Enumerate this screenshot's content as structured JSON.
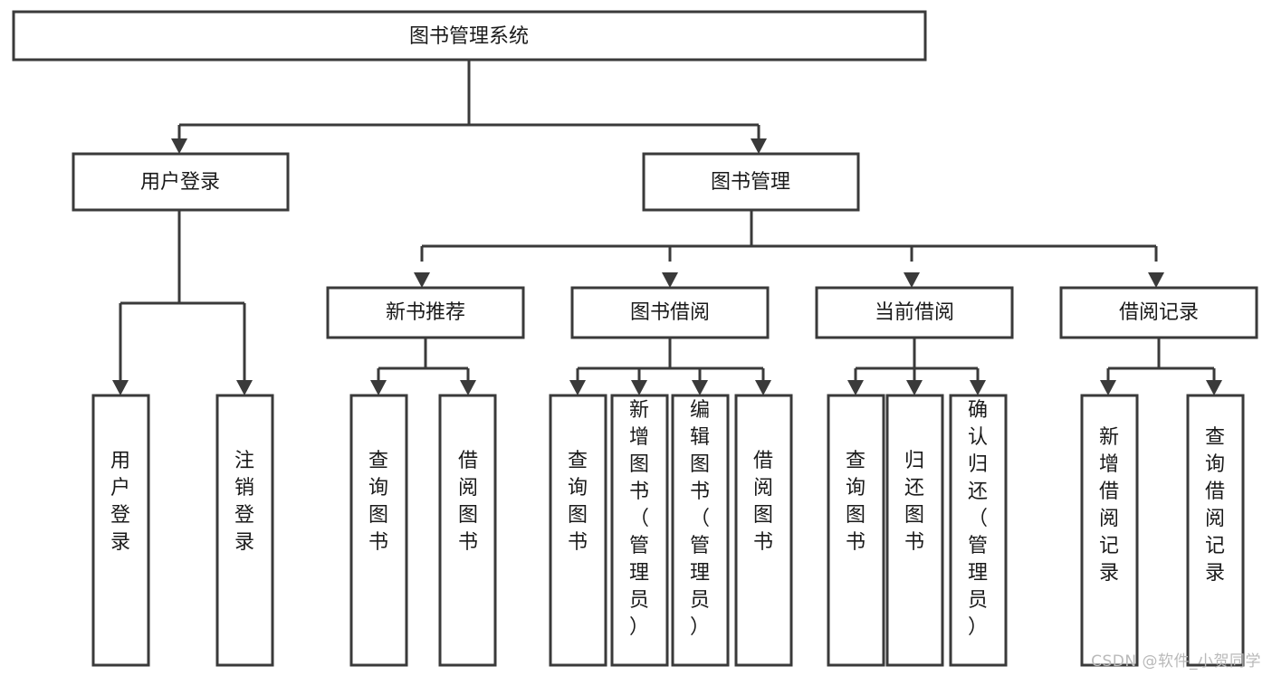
{
  "diagram": {
    "type": "tree-hierarchy",
    "title": "图书管理系统",
    "orientation": "top-down",
    "watermark": "CSDN @软件_小贺同学",
    "nodes": {
      "root": {
        "label": "图书管理系统",
        "level": 0,
        "orientation": "horizontal"
      },
      "login": {
        "label": "用户登录",
        "level": 1,
        "orientation": "horizontal"
      },
      "bookmgmt": {
        "label": "图书管理",
        "level": 1,
        "orientation": "horizontal"
      },
      "newbook": {
        "label": "新书推荐",
        "level": 2,
        "orientation": "horizontal"
      },
      "borrow": {
        "label": "图书借阅",
        "level": 2,
        "orientation": "horizontal"
      },
      "current": {
        "label": "当前借阅",
        "level": 2,
        "orientation": "horizontal"
      },
      "record": {
        "label": "借阅记录",
        "level": 2,
        "orientation": "horizontal"
      },
      "leaf_login_1": {
        "label": "用户登录",
        "level": 3,
        "orientation": "vertical"
      },
      "leaf_login_2": {
        "label": "注销登录",
        "level": 3,
        "orientation": "vertical"
      },
      "leaf_newbook_1": {
        "label": "查询图书",
        "level": 3,
        "orientation": "vertical"
      },
      "leaf_newbook_2": {
        "label": "借阅图书",
        "level": 3,
        "orientation": "vertical"
      },
      "leaf_borrow_1": {
        "label": "查询图书",
        "level": 3,
        "orientation": "vertical"
      },
      "leaf_borrow_2": {
        "label": "新增图书（管理员）",
        "level": 3,
        "orientation": "vertical"
      },
      "leaf_borrow_3": {
        "label": "编辑图书（管理员）",
        "level": 3,
        "orientation": "vertical"
      },
      "leaf_borrow_4": {
        "label": "借阅图书",
        "level": 3,
        "orientation": "vertical"
      },
      "leaf_current_1": {
        "label": "查询图书",
        "level": 3,
        "orientation": "vertical"
      },
      "leaf_current_2": {
        "label": "归还图书",
        "level": 3,
        "orientation": "vertical"
      },
      "leaf_current_3": {
        "label": "确认归还（管理员）",
        "level": 3,
        "orientation": "vertical"
      },
      "leaf_record_1": {
        "label": "新增借阅记录",
        "level": 3,
        "orientation": "vertical"
      },
      "leaf_record_2": {
        "label": "查询借阅记录",
        "level": 3,
        "orientation": "vertical"
      }
    },
    "edges": [
      {
        "from": "root",
        "to": "login"
      },
      {
        "from": "root",
        "to": "bookmgmt"
      },
      {
        "from": "login",
        "to": "leaf_login_1"
      },
      {
        "from": "login",
        "to": "leaf_login_2"
      },
      {
        "from": "bookmgmt",
        "to": "newbook"
      },
      {
        "from": "bookmgmt",
        "to": "borrow"
      },
      {
        "from": "bookmgmt",
        "to": "current"
      },
      {
        "from": "bookmgmt",
        "to": "record"
      },
      {
        "from": "newbook",
        "to": "leaf_newbook_1"
      },
      {
        "from": "newbook",
        "to": "leaf_newbook_2"
      },
      {
        "from": "borrow",
        "to": "leaf_borrow_1"
      },
      {
        "from": "borrow",
        "to": "leaf_borrow_2"
      },
      {
        "from": "borrow",
        "to": "leaf_borrow_3"
      },
      {
        "from": "borrow",
        "to": "leaf_borrow_4"
      },
      {
        "from": "current",
        "to": "leaf_current_1"
      },
      {
        "from": "current",
        "to": "leaf_current_2"
      },
      {
        "from": "current",
        "to": "leaf_current_3"
      },
      {
        "from": "record",
        "to": "leaf_record_1"
      },
      {
        "from": "record",
        "to": "leaf_record_2"
      }
    ],
    "colors": {
      "stroke": "#3a3a3a",
      "fill": "#ffffff",
      "text": "#1a1a1a",
      "watermark": "#b9b9b9"
    }
  }
}
